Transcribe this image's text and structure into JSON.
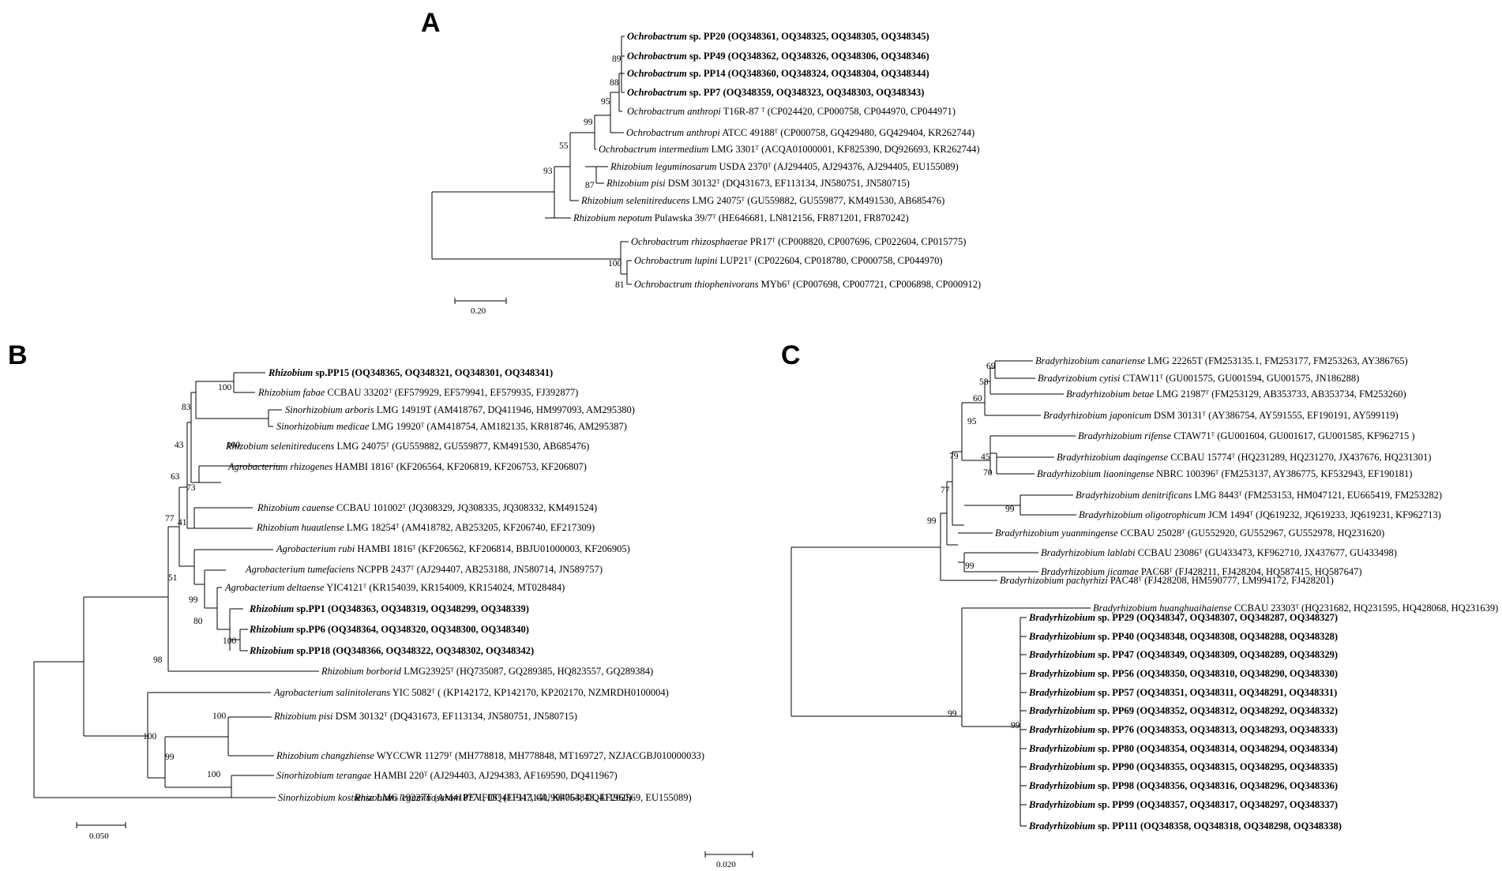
{
  "panels": [
    {
      "label": "A",
      "scale_bar": "0.20",
      "bootstraps": [
        "89",
        "88",
        "95",
        "99",
        "55",
        "87",
        "93",
        "100",
        "81"
      ],
      "leaves": [
        {
          "genus": "Ochrobactrum",
          "rest": "sp. PP20 (OQ348361, OQ348325, OQ348305, OQ348345)",
          "bold": true
        },
        {
          "genus": "Ochrobactrum",
          "rest": "sp. PP49 (OQ348362, OQ348326, OQ348306, OQ348346)",
          "bold": true
        },
        {
          "genus": "Ochrobactrum",
          "rest": "sp. PP14 (OQ348360, OQ348324, OQ348304, OQ348344)",
          "bold": true
        },
        {
          "genus": "Ochrobactrum",
          "rest": "sp. PP7 (OQ348359, OQ348323, OQ348303, OQ348343)",
          "bold": true
        },
        {
          "genus": "Ochrobactrum anthropi",
          "rest": "T16R-87 ᵀ (CP024420, CP000758, CP044970, CP044971)",
          "bold": false
        },
        {
          "genus": "Ochrobactrum anthropi",
          "rest": "ATCC 49188ᵀ (CP000758, GQ429480, GQ429404, KR262744)",
          "bold": false
        },
        {
          "genus": "Ochrobactrum intermedium",
          "rest": "LMG 3301ᵀ (ACQA01000001, KF825390, DQ926693, KR262744)",
          "bold": false
        },
        {
          "genus": "Rhizobium leguminosarum",
          "rest": "USDA 2370ᵀ (AJ294405, AJ294376, AJ294405, EU155089)",
          "bold": false
        },
        {
          "genus": "Rhizobium pisi",
          "rest": "DSM 30132ᵀ (DQ431673, EF113134, JN580751, JN580715)",
          "bold": false
        },
        {
          "genus": "Rhizobium selenitireducens",
          "rest": "LMG 24075ᵀ (GU559882, GU559877, KM491530, AB685476)",
          "bold": false
        },
        {
          "genus": "Rhizobium nepotum",
          "rest": "Pulawska 39/7ᵀ (HE646681, LN812156, FR871201, FR870242)",
          "bold": false
        },
        {
          "genus": "Ochrobactrum rhizosphaerae",
          "rest": "PR17ᵀ (CP008820, CP007696, CP022604, CP015775)",
          "bold": false
        },
        {
          "genus": "Ochrobactrum lupini",
          "rest": "LUP21ᵀ (CP022604, CP018780, CP000758, CP044970)",
          "bold": false
        },
        {
          "genus": "Ochrobactrum thiophenivorans",
          "rest": "MYb6ᵀ (CP007698, CP007721, CP006898, CP000912)",
          "bold": false
        }
      ]
    },
    {
      "label": "B",
      "scale_bar": "0.050",
      "bootstraps": [
        "100",
        "83",
        "100",
        "43",
        "63",
        "73",
        "41",
        "77",
        "99",
        "51",
        "80",
        "100",
        "98",
        "100",
        "100",
        "99",
        "100"
      ],
      "leaves": [
        {
          "genus": "Rhizobium",
          "rest": "sp.PP15 (OQ348365, OQ348321, OQ348301, OQ348341)",
          "bold": true
        },
        {
          "genus": "Rhizobium fabae",
          "rest": "CCBAU 33202ᵀ (EF579929, EF579941, EF579935, FJ392877)",
          "bold": false
        },
        {
          "genus": "Sinorhizobium arboris",
          "rest": "LMG 14919T (AM418767, DQ411946, HM997093, AM295380)",
          "bold": false
        },
        {
          "genus": "Sinorhizobium medicae",
          "rest": "LMG 19920ᵀ (AM418754, AM182135, KR818746, AM295387)",
          "bold": false
        },
        {
          "genus": "Rhizobium selenitireducens",
          "rest": "LMG 24075ᵀ (GU559882, GU559877, KM491530, AB685476)",
          "bold": false
        },
        {
          "genus": "Agrobacterium rhizogenes",
          "rest": "HAMBI 1816ᵀ (KF206564, KF206819, KF206753, KF206807)",
          "bold": false
        },
        {
          "genus": "Rhizobium cauense",
          "rest": "CCBAU 101002ᵀ (JQ308329, JQ308335, JQ308332, KM491524)",
          "bold": false
        },
        {
          "genus": "Rhizobium huautlense",
          "rest": "LMG 18254ᵀ (AM418782, AB253205, KF206740, EF217309)",
          "bold": false
        },
        {
          "genus": "Agrobacterium rubi",
          "rest": "HAMBI 1816ᵀ (KF206562, KF206814, BBJU01000003, KF206905)",
          "bold": false
        },
        {
          "genus": "Agrobacterium tumefaciens",
          "rest": "NCPPB 2437ᵀ (AJ294407, AB253188, JN580714, JN589757)",
          "bold": false
        },
        {
          "genus": "Agrobacterium deltaense",
          "rest": "YIC4121ᵀ (KR154039, KR154009, KR154024, MT028484)",
          "bold": false
        },
        {
          "genus": "Rhizobium",
          "rest": "sp.PP1 (OQ348363, OQ348319, OQ348299, OQ348339)",
          "bold": true
        },
        {
          "genus": "Rhizobium",
          "rest": "sp.PP6 (OQ348364, OQ348320, OQ348300, OQ348340)",
          "bold": true
        },
        {
          "genus": "Rhizobium",
          "rest": "sp.PP18 (OQ348366, OQ348322, OQ348302, OQ348342)",
          "bold": true
        },
        {
          "genus": "Rhizobium borborid",
          "rest": "LMG23925ᵀ (HQ735087, GQ289385, HQ823557, GQ289384)",
          "bold": false
        },
        {
          "genus": "Agrobacterium salinitolerans",
          "rest": "YIC 5082ᵀ ( (KP142172, KP142170, KP202170, NZMRDH0100004)",
          "bold": false
        },
        {
          "genus": "Rhizobium pisi",
          "rest": "DSM 30132ᵀ (DQ431673, EF113134, JN580751, JN580715)",
          "bold": false
        },
        {
          "genus": "Rhizobium changzhiense",
          "rest": "WYCCWR 11279ᵀ (MH778818, MH778848, MT169727, NZJACGBJ010000033)",
          "bold": false
        },
        {
          "genus": "Sinorhizobium terangae",
          "rest": "HAMBI 220ᵀ (AJ294403, AJ294383, AF169590, DQ411967)",
          "bold": false
        },
        {
          "genus": "Sinorhizobium kostiense",
          "rest": "LMG 19227T (AM418771, DQ411947, GU994063, DQ411960)",
          "bold": false
        },
        {
          "genus": "Rhizobium leguminosarum",
          "rest": "PEVF05ᵀ (EF113140, KP754843, EF202569, EU155089)",
          "bold": false
        }
      ]
    },
    {
      "label": "C",
      "scale_bar": "0.020",
      "bootstraps": [
        "69",
        "58",
        "60",
        "95",
        "45",
        "70",
        "79",
        "99",
        "77",
        "99",
        "99",
        "99",
        "99"
      ],
      "leaves": [
        {
          "genus": "Bradyrhizobium canariense",
          "rest": "LMG 22265T (FM253135.1, FM253177, FM253263, AY386765)",
          "bold": false
        },
        {
          "genus": "Bradyrizobium cytisi",
          "rest": "CTAW11ᵀ (GU001575, GU001594, GU001575, JN186288)",
          "bold": false
        },
        {
          "genus": "Bradyrhizobium betae",
          "rest": " LMG 21987ᵀ (FM253129, AB353733,  AB353734, FM253260)",
          "bold": false
        },
        {
          "genus": "Bradyrhizobium japonicum",
          "rest": "DSM 30131ᵀ (AY386754, AY591555, EF190191, AY599119)",
          "bold": false
        },
        {
          "genus": "Bradyrhizobium rifense",
          "rest": "CTAW71ᵀ (GU001604, GU001617, GU001585, KF962715 )",
          "bold": false
        },
        {
          "genus": "Bradyrhizobium daqingense",
          "rest": "CCBAU 15774ᵀ (HQ231289, HQ231270, JX437676, HQ231301)",
          "bold": false
        },
        {
          "genus": "Bradyrhizobium liaoningense",
          "rest": "NBRC 100396ᵀ (FM253137, AY386775, KF532943, EF190181)",
          "bold": false
        },
        {
          "genus": "Bradyrhizobium denitrificans",
          "rest": "LMG 8443ᵀ (FM253153, HM047121, EU665419, FM253282)",
          "bold": false
        },
        {
          "genus": "Bradyrhizobium oligotrophicum",
          "rest": "JCM 1494ᵀ (JQ619232, JQ619233, JQ619231, KF962713)",
          "bold": false
        },
        {
          "genus": "Bradyrhizobium yuanmingense",
          "rest": "CCBAU 25028ᵀ (GU552920, GU552967, GU552978, HQ231620)",
          "bold": false
        },
        {
          "genus": "Bradyrhizobium lablabi",
          "rest": "CCBAU 23086ᵀ (GU433473, KF962710, JX437677, GU433498)",
          "bold": false
        },
        {
          "genus": "Bradyrhizobium jicamae",
          "rest": "PAC68ᵀ (FJ428211, FJ428204, HQ587415, HQ587647)",
          "bold": false
        },
        {
          "genus": "Bradyrhizobium pachyrhizi",
          "rest": "PAC48ᵀ (FJ428208, HM590777, LM994172, FJ428201)",
          "bold": false
        },
        {
          "genus": "Bradyrhizobium huanghuaihaiense",
          "rest": "CCBAU 23303ᵀ (HQ231682, HQ231595, HQ428068, HQ231639)",
          "bold": false
        },
        {
          "genus": "Bradyrhizobium",
          "rest": "sp. PP29 (OQ348347, OQ348307, OQ348287, OQ348327)",
          "bold": true
        },
        {
          "genus": "Bradyrhizobium",
          "rest": "sp. PP40 (OQ348348, OQ348308, OQ348288, OQ348328)",
          "bold": true
        },
        {
          "genus": "Bradyrhizobium",
          "rest": "sp. PP47 (OQ348349, OQ348309, OQ348289, OQ348329)",
          "bold": true
        },
        {
          "genus": "Bradyrhizobium",
          "rest": "sp. PP56 (OQ348350, OQ348310, OQ348290, OQ348330)",
          "bold": true
        },
        {
          "genus": "Bradyrhizobium",
          "rest": "sp. PP57 (OQ348351, OQ348311, OQ348291, OQ348331)",
          "bold": true
        },
        {
          "genus": "Bradyrhizobium",
          "rest": "sp. PP69 (OQ348352, OQ348312, OQ348292, OQ348332)",
          "bold": true
        },
        {
          "genus": "Bradyrhizobium",
          "rest": "sp. PP76 (OQ348353, OQ348313, OQ348293, OQ348333)",
          "bold": true
        },
        {
          "genus": "Bradyrhizobium",
          "rest": "sp. PP80 (OQ348354, OQ348314, OQ348294, OQ348334)",
          "bold": true
        },
        {
          "genus": "Bradyrhizobium",
          "rest": "sp. PP90 (OQ348355, OQ348315, OQ348295, OQ348335)",
          "bold": true
        },
        {
          "genus": "Bradyrhizobium",
          "rest": "sp. PP98 (OQ348356, OQ348316, OQ348296, OQ348336)",
          "bold": true
        },
        {
          "genus": "Bradyrhizobium",
          "rest": "sp. PP99 (OQ348357, OQ348317, OQ348297, OQ348337)",
          "bold": true
        },
        {
          "genus": "Bradyrhizobium",
          "rest": "sp. PP111 (OQ348358, OQ348318, OQ348298, OQ348338)",
          "bold": true
        }
      ]
    }
  ]
}
